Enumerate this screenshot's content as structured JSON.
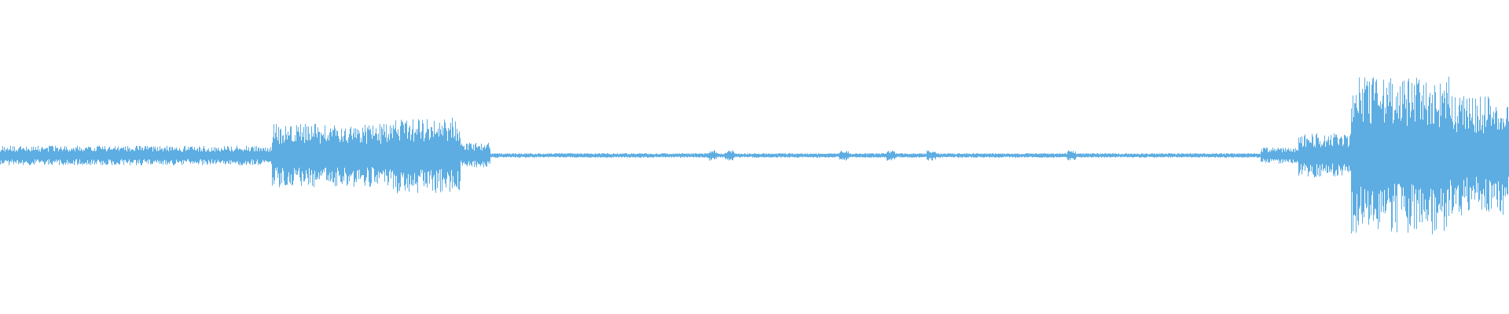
{
  "waveform": {
    "color": "#5dade2",
    "background": "#ffffff",
    "duration_fraction_segments": [
      {
        "start": 0.0,
        "end": 0.18,
        "level": 0.06
      },
      {
        "start": 0.18,
        "end": 0.26,
        "level": 0.2
      },
      {
        "start": 0.26,
        "end": 0.305,
        "level": 0.24
      },
      {
        "start": 0.305,
        "end": 0.325,
        "level": 0.08
      },
      {
        "start": 0.325,
        "end": 0.835,
        "level": 0.012
      },
      {
        "start": 0.835,
        "end": 0.86,
        "level": 0.05
      },
      {
        "start": 0.86,
        "end": 0.895,
        "level": 0.14
      },
      {
        "start": 0.895,
        "end": 0.96,
        "level": 0.5
      },
      {
        "start": 0.96,
        "end": 1.0,
        "level": 0.38
      }
    ],
    "transient_positions": [
      0.472,
      0.483,
      0.559,
      0.59,
      0.617,
      0.71
    ]
  }
}
